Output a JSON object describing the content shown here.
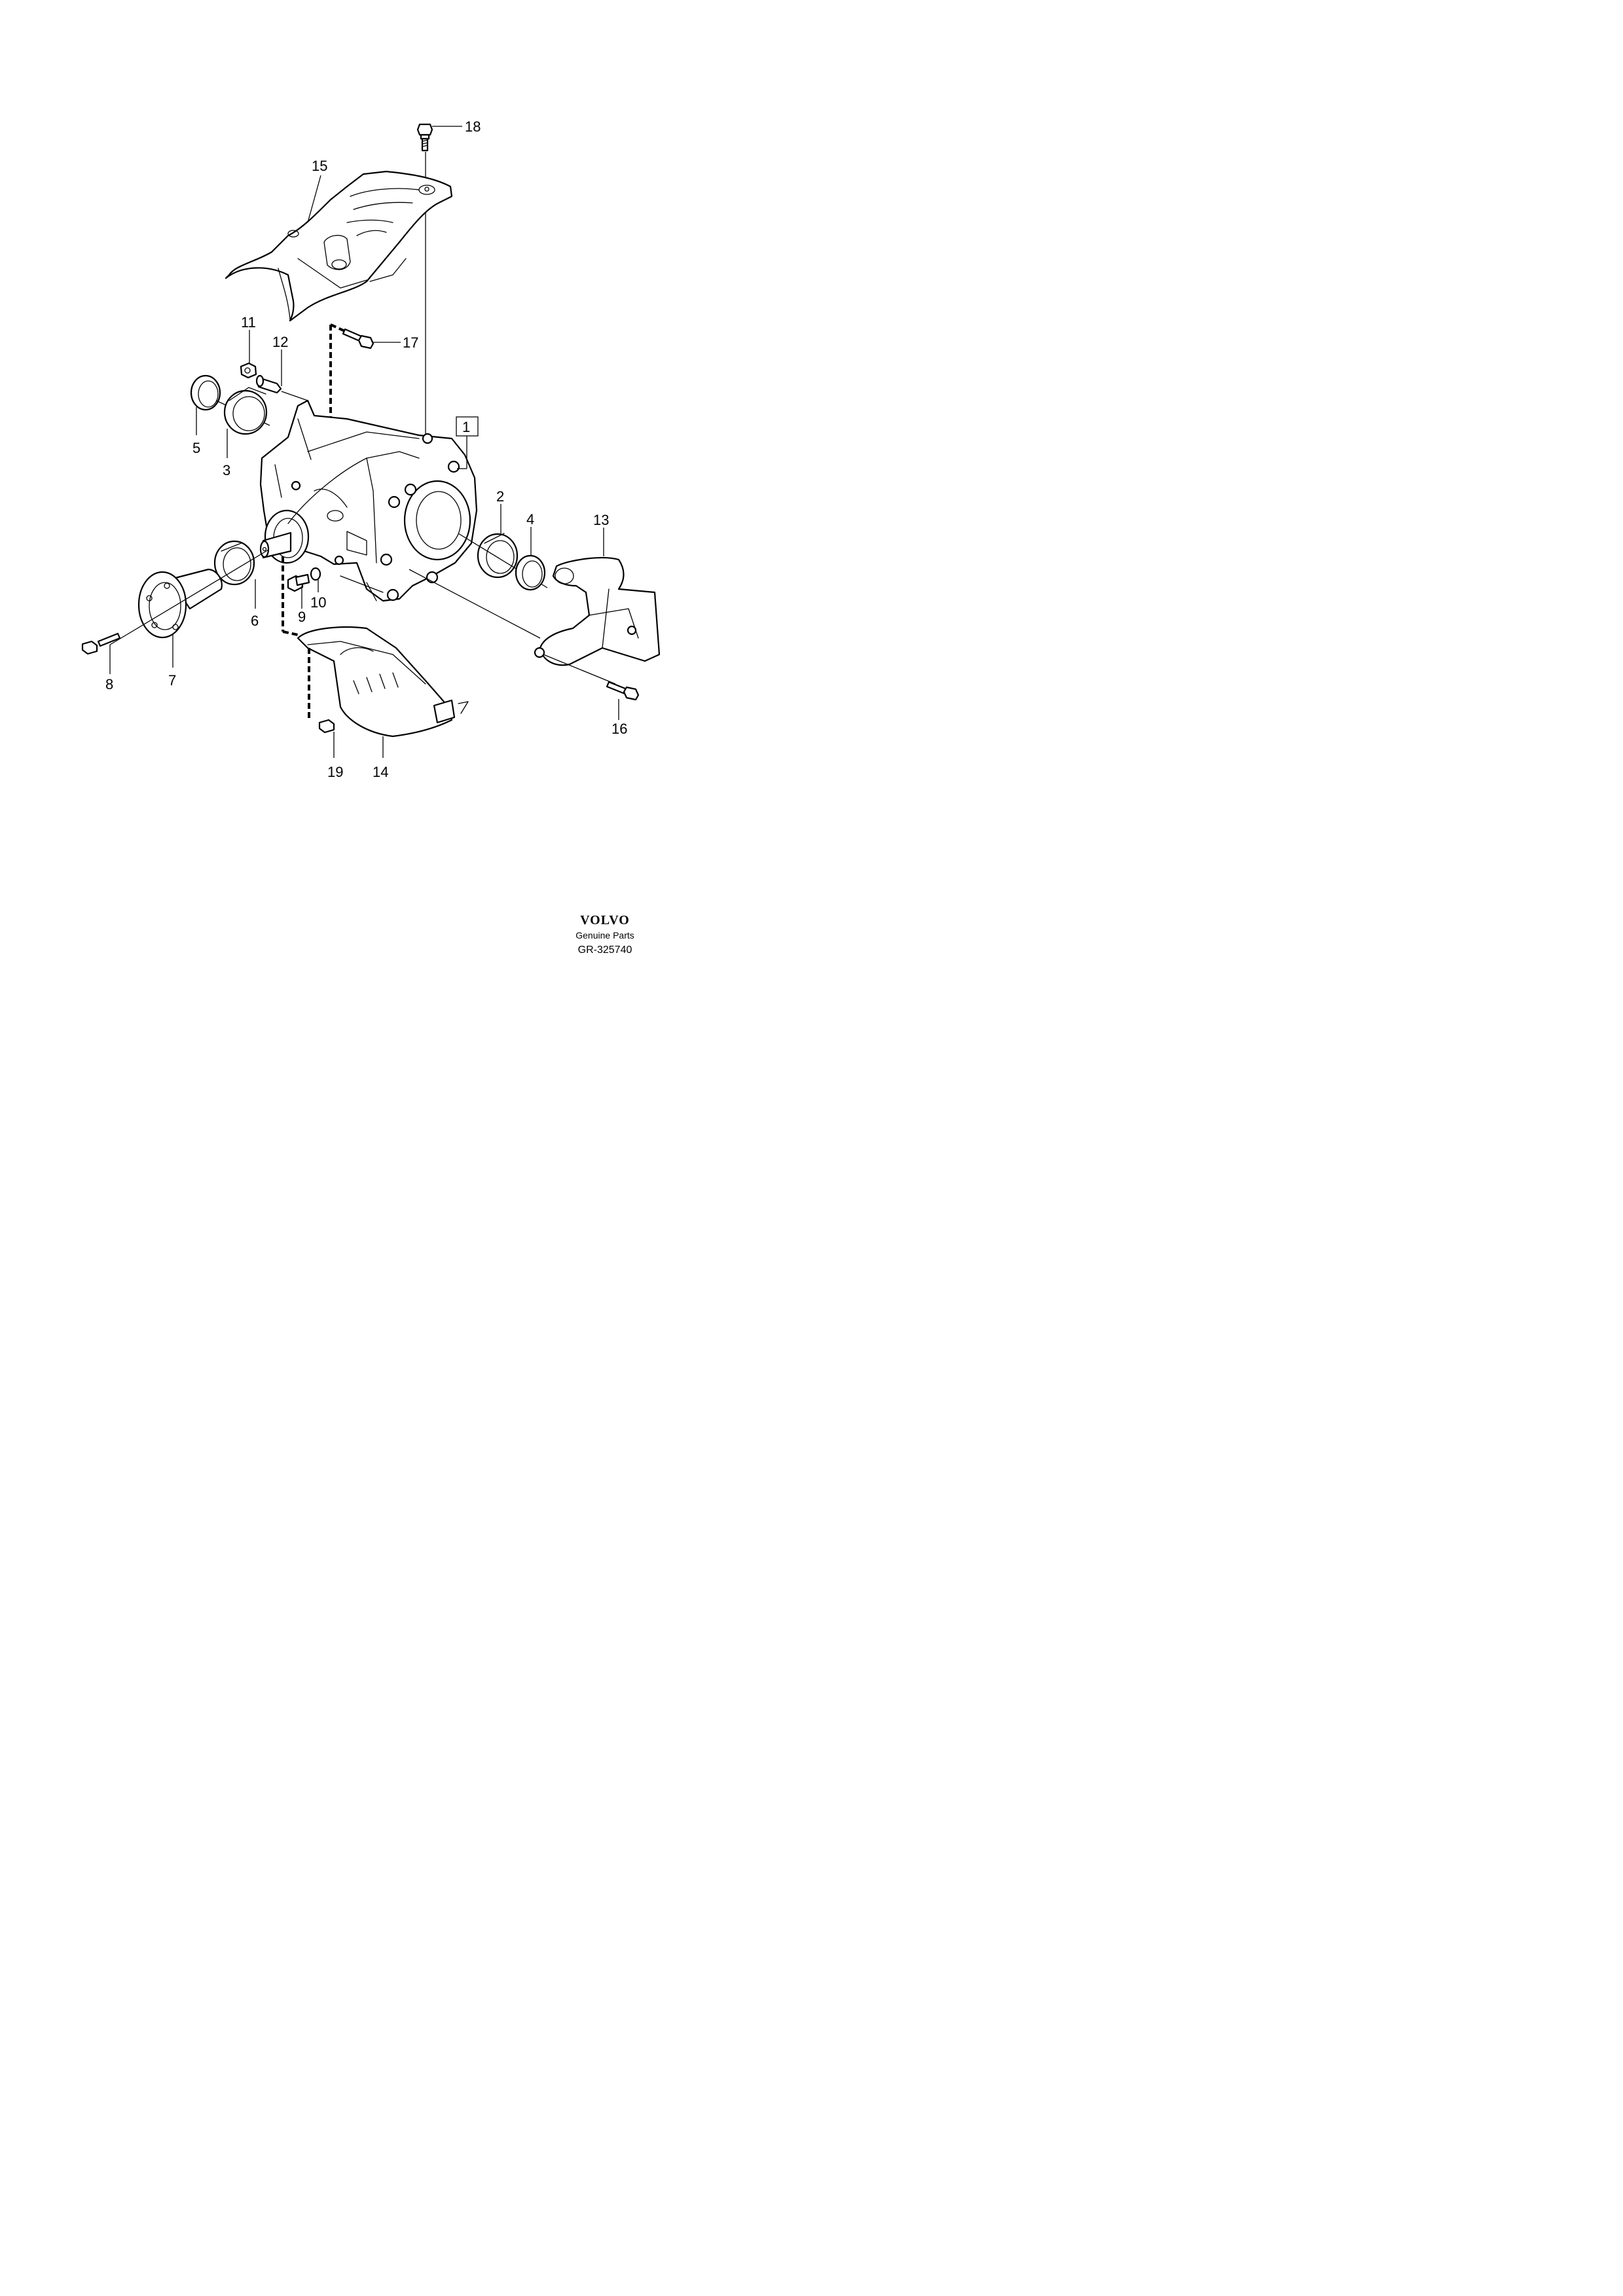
{
  "callouts": {
    "c1": "1",
    "c2": "2",
    "c3": "3",
    "c4": "4",
    "c5": "5",
    "c6": "6",
    "c7": "7",
    "c8": "8",
    "c9": "9",
    "c10": "10",
    "c11": "11",
    "c12": "12",
    "c13": "13",
    "c14": "14",
    "c15": "15",
    "c16": "16",
    "c17": "17",
    "c18": "18",
    "c19": "19"
  },
  "brand": {
    "logo": "VOLVO",
    "subtitle": "Genuine Parts",
    "reference": "GR-325740"
  }
}
